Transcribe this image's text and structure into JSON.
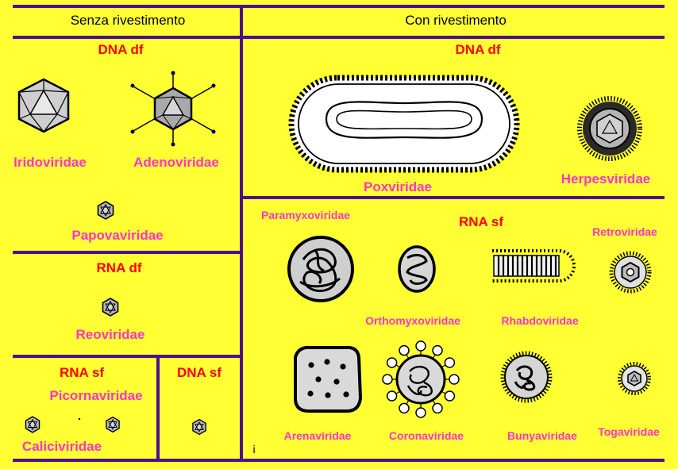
{
  "colors": {
    "background": "#ffff33",
    "divider": "#4b0f8f",
    "group_label": "#ff0000",
    "family_label": "#ff33cc",
    "header_text": "#000000"
  },
  "headers": {
    "unenveloped": "Senza rivestimento",
    "enveloped": "Con rivestimento"
  },
  "unenveloped": {
    "dna_ds": {
      "group_label": "DNA df",
      "families": [
        "Iridoviridae",
        "Adenoviridae",
        "Papovaviridae"
      ]
    },
    "rna_ds": {
      "group_label": "RNA df",
      "families": [
        "Reoviridae"
      ]
    },
    "rna_ss": {
      "group_label": "RNA sf",
      "families": [
        "Picornaviridae",
        "Caliciviridae"
      ]
    },
    "dna_ss": {
      "group_label": "DNA sf"
    }
  },
  "enveloped": {
    "dna_ds": {
      "group_label": "DNA df",
      "families": [
        "Poxviridae",
        "Herpesviridae"
      ]
    },
    "rna_ss": {
      "group_label": "RNA sf",
      "families": [
        "Paramyxoviridae",
        "Retroviridae",
        "Orthomyxoviridae",
        "Rhabdoviridae",
        "Arenaviridae",
        "Coronaviridae",
        "Bunyaviridae",
        "Togaviridae"
      ]
    }
  },
  "marks": {
    "stray_mark": "i"
  },
  "icons": [
    "iridovirus-icon",
    "adenovirus-icon",
    "papovavirus-icon",
    "reovirus-icon",
    "picornavirus-icon",
    "calicivirus-icon",
    "parvovirus-icon",
    "poxvirus-icon",
    "herpesvirus-icon",
    "paramyxovirus-icon",
    "orthomyxovirus-icon",
    "rhabdovirus-icon",
    "retrovirus-icon",
    "arenavirus-icon",
    "coronavirus-icon",
    "bunyavirus-icon",
    "togavirus-icon"
  ]
}
